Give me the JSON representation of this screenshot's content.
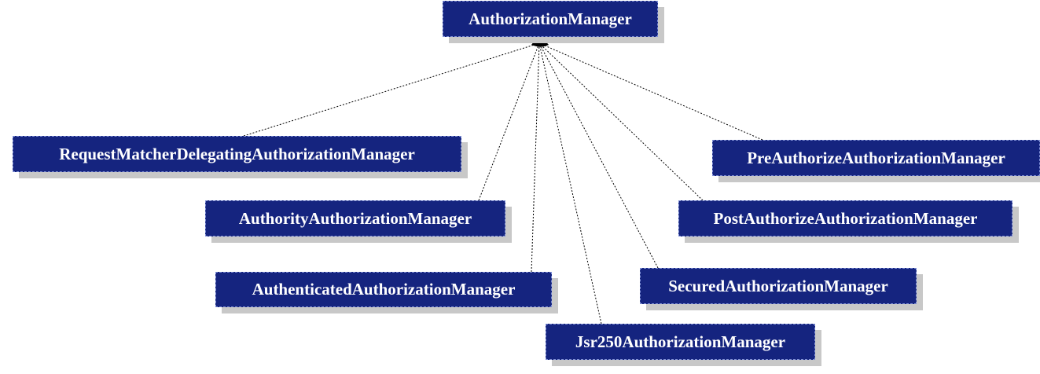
{
  "colors": {
    "node_fill": "#15247f",
    "node_text": "#ffffff",
    "shadow": "#c8c8c8",
    "edge": "#000000"
  },
  "diagram": {
    "root": {
      "label": "AuthorizationManager"
    },
    "implementations": [
      {
        "label": "RequestMatcherDelegatingAuthorizationManager"
      },
      {
        "label": "AuthorityAuthorizationManager"
      },
      {
        "label": "AuthenticatedAuthorizationManager"
      },
      {
        "label": "PreAuthorizeAuthorizationManager"
      },
      {
        "label": "PostAuthorizeAuthorizationManager"
      },
      {
        "label": "SecuredAuthorizationManager"
      },
      {
        "label": "Jsr250AuthorizationManager"
      }
    ]
  }
}
